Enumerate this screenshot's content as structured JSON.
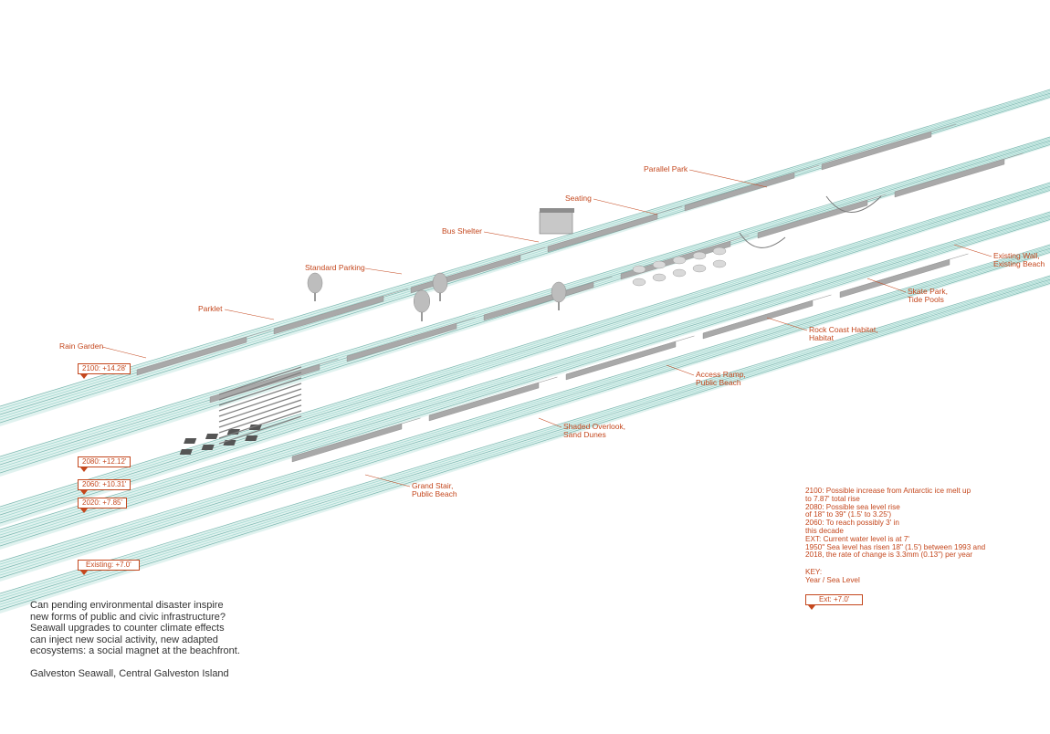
{
  "callouts": [
    {
      "label": "Parallel Park"
    },
    {
      "label": "Seating"
    },
    {
      "label": "Bus Shelter"
    },
    {
      "label": "Standard Parking"
    },
    {
      "label": "Parklet"
    },
    {
      "label": "Rain Garden"
    },
    {
      "label": "Existing Wall,\nExisting Beach"
    },
    {
      "label": "Skate Park,\nTide Pools"
    },
    {
      "label": "Rock Coast Habitat,\nHabitat"
    },
    {
      "label": "Access Ramp,\nPublic Beach"
    },
    {
      "label": "Shaded Overlook,\nSand Dunes"
    },
    {
      "label": "Grand Stair,\nPublic Beach"
    }
  ],
  "level_tags": [
    {
      "label": "2100: +14.28'"
    },
    {
      "label": "2080: +12.12'"
    },
    {
      "label": "2060: +10.31'"
    },
    {
      "label": "2020: +7.85'"
    },
    {
      "label": "Existing: +7.0'"
    }
  ],
  "notes": [
    "2100: Possible increase from Antarctic ice melt up",
    "to 7.87' total rise",
    "2080: Possible sea level rise",
    "of 18\" to 39\" (1.5' to 3.25')",
    "2060: To reach possibly 3' in",
    "this decade",
    "EXT: Current water level is at 7'",
    "1950\" Sea level has risen 18\" (1.5') between 1993 and",
    "2018, the rate of change is 3.3mm (0.13\") per year"
  ],
  "key": {
    "title": "KEY:",
    "subtitle": "Year / Sea Level",
    "example_tag": "Ext: +7.0'"
  },
  "description": [
    "Can pending environmental disaster inspire",
    "new forms of public and civic infrastructure?",
    "Seawall upgrades to counter climate effects",
    "can inject new social activity, new adapted",
    "ecosystems: a social magnet at the beachfront."
  ],
  "location": "Galveston Seawall, Central Galveston Island",
  "colors": {
    "accent": "#c4471d",
    "water": "#8fcfc6",
    "water_dark": "#5fa79f",
    "concrete": "#cfcfcf",
    "text": "#333333"
  }
}
